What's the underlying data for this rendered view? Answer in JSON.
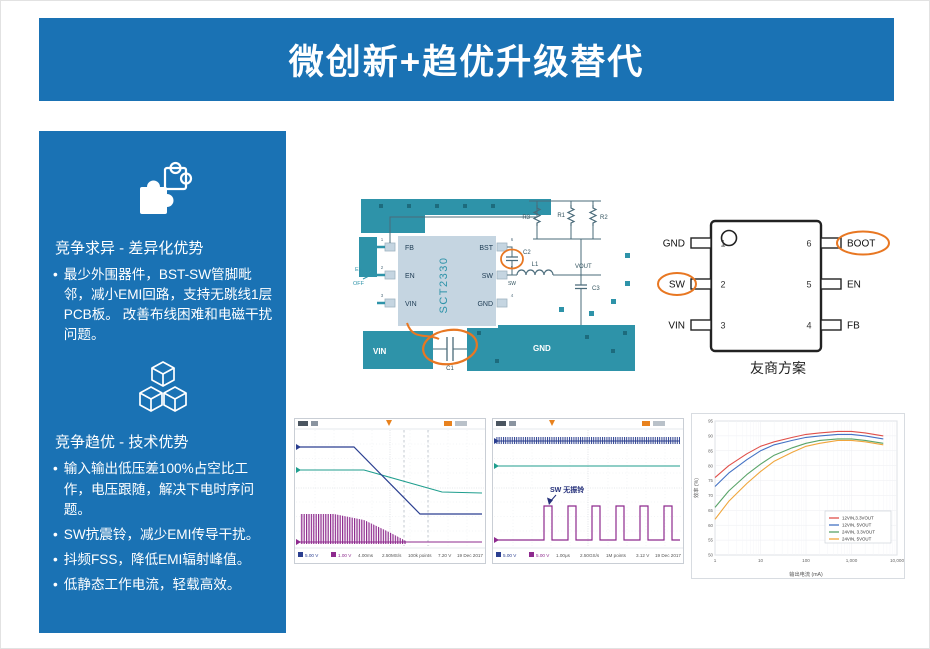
{
  "header": {
    "title": "微创新+趋优升级替代"
  },
  "sidebar": {
    "diff": {
      "heading": "竞争求异 - 差异化优势",
      "bullets": [
        "最少外围器件，BST-SW管脚毗邻，减小EMI回路，支持无跳线1层 PCB板。 改善布线困难和电磁干扰问题。"
      ]
    },
    "tech": {
      "heading": "竞争趋优 - 技术优势",
      "bullets": [
        "输入输出低压差100%占空比工作，电压跟随，解决下电时序问题。",
        "SW抗震铃，减少EMI传导干扰。",
        "抖频FSS，降低EMI辐射峰值。",
        "低静态工作电流，轻载高效。"
      ]
    }
  },
  "pcb": {
    "chip": "SCT2330",
    "pin_fb": "FB",
    "pin_en": "EN",
    "pin_vin": "VIN",
    "pin_bst": "BST",
    "pin_sw": "SW",
    "pin_gnd": "GND",
    "num_1": "1",
    "num_2": "2",
    "num_3": "3",
    "num_4": "4",
    "num_5": "5",
    "num_6": "6",
    "r3": "R3",
    "r1": "R1",
    "r2": "R2",
    "c1": "C1",
    "c2": "C2",
    "c3": "C3",
    "l1": "L1",
    "vout": "VOUT",
    "sw_node": "SW",
    "en_signal": "EN",
    "off": "OFF",
    "vin_region": "VIN",
    "gnd_region": "GND"
  },
  "pinout": {
    "caption": "友商方案",
    "left": [
      {
        "num": "1",
        "label": "GND"
      },
      {
        "num": "2",
        "label": "SW"
      },
      {
        "num": "3",
        "label": "VIN"
      }
    ],
    "right": [
      {
        "num": "6",
        "label": "BOOT"
      },
      {
        "num": "5",
        "label": "EN"
      },
      {
        "num": "4",
        "label": "FB"
      }
    ]
  },
  "scope1": {
    "ch1": "5.00 V",
    "ch3": "1.00 V",
    "timebase": "4.00ms",
    "rate": "2.50MS/s",
    "record": "100k points",
    "trigger": "7.20 V",
    "date": "19 Dec 2017"
  },
  "scope2": {
    "annotation": "SW 无振铃",
    "ch1": "5.00 V",
    "ch3": "5.00 V",
    "timebase": "1.00μs",
    "rate": "2.50GS/s",
    "record": "1M points",
    "trigger": "3.12 V",
    "date": "19 Dec 2017"
  },
  "chart_data": {
    "type": "line",
    "xscale": "log",
    "x": [
      1,
      2,
      5,
      10,
      20,
      50,
      100,
      200,
      500,
      1000,
      2000,
      5000
    ],
    "xlim": [
      1,
      10000
    ],
    "ylim": [
      50,
      95
    ],
    "xticks": [
      {
        "v": 1,
        "label": "1"
      },
      {
        "v": 10,
        "label": "10"
      },
      {
        "v": 100,
        "label": "100"
      },
      {
        "v": 1000,
        "label": "1,000"
      },
      {
        "v": 10000,
        "label": "10,000"
      }
    ],
    "xlabel": "输出电流 (mA)",
    "ylabel": "效率 (%)",
    "grid": true,
    "legend_position": "right-bottom",
    "series": [
      {
        "name": "12VIN,3.3VOUT",
        "color": "#e0504a",
        "values": [
          76,
          80,
          84,
          86.5,
          88,
          89.5,
          90.5,
          91,
          91.5,
          91.5,
          91,
          90
        ]
      },
      {
        "name": "12VIN, 5VOUT",
        "color": "#4472c4",
        "values": [
          73,
          77.5,
          82,
          85,
          87,
          88.5,
          89.5,
          90,
          90.5,
          90.5,
          90,
          89
        ]
      },
      {
        "name": "24VIN, 3.3VOUT",
        "color": "#5aa469",
        "values": [
          66,
          71.5,
          77,
          80.5,
          83.5,
          86,
          87.5,
          88.5,
          89,
          89,
          88.5,
          87.5
        ]
      },
      {
        "name": "24VIN, 5VOUT",
        "color": "#f0a63c",
        "values": [
          62,
          68,
          74,
          78,
          81.5,
          84.5,
          86.5,
          87.5,
          88.5,
          88.5,
          88,
          87
        ]
      }
    ]
  }
}
